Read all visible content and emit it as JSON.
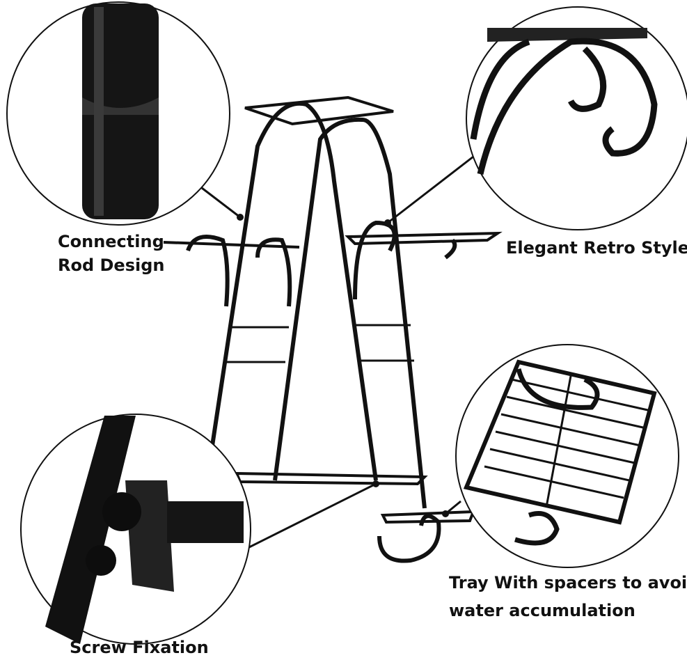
{
  "labels": {
    "connecting_rod_line1": "Connecting",
    "connecting_rod_line2": "Rod Design",
    "elegant_retro": "Elegant Retro Style",
    "tray_line1": "Tray With spacers to avoid",
    "tray_line2": "water accumulation",
    "screw_fixation": "Screw Fixation"
  },
  "colors": {
    "metal": "#111111",
    "background": "#ffffff"
  }
}
